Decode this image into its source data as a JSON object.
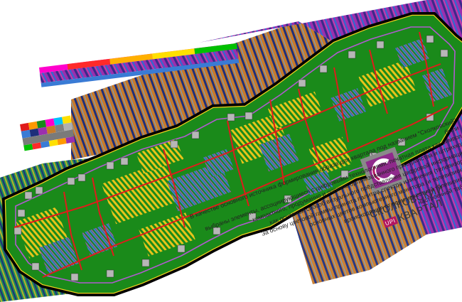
{
  "logo": {
    "line1": "СКОЛКОВСКИЙ",
    "tag": "UPI",
    "line2": "КВАРТАЛ",
    "icon": "skolkovo-circuit-logo",
    "colors": {
      "magenta": "#b3155f",
      "violet": "#8f2a8c",
      "gray": "#8a8a8a"
    }
  },
  "description": [
    "В качестве основного источника формирования образа для квартала под названием \"Сколковский\" были",
    "выбраны элементы, ассоциирующиеся с цифровыми технологиями: печатная плата как символ",
    "компактного, продуманно и логично организованного пространства и штрихкод",
    "как основной способ визуального представления цифровой информации.",
    "За основу цветовой гаммы принята палитра спектра изменения (телевизора),",
    "основных цветов компьютерного монитора (и телевизионной",
    "происходящая от всем известной телевизионной",
    "настроечной таблицы."
  ],
  "palette": {
    "board": "#1a8a1a",
    "trace": "#e01b1b",
    "border_black": "#000000",
    "border_yellow": "#f2d21c",
    "pad_yellow": "#e8c41a",
    "pad_blue": "#3a7bd5",
    "pad_purple": "#9b59b6",
    "purple": "#9b2fae",
    "orange": "#c77a2a",
    "navy": "#1e2f7a"
  }
}
